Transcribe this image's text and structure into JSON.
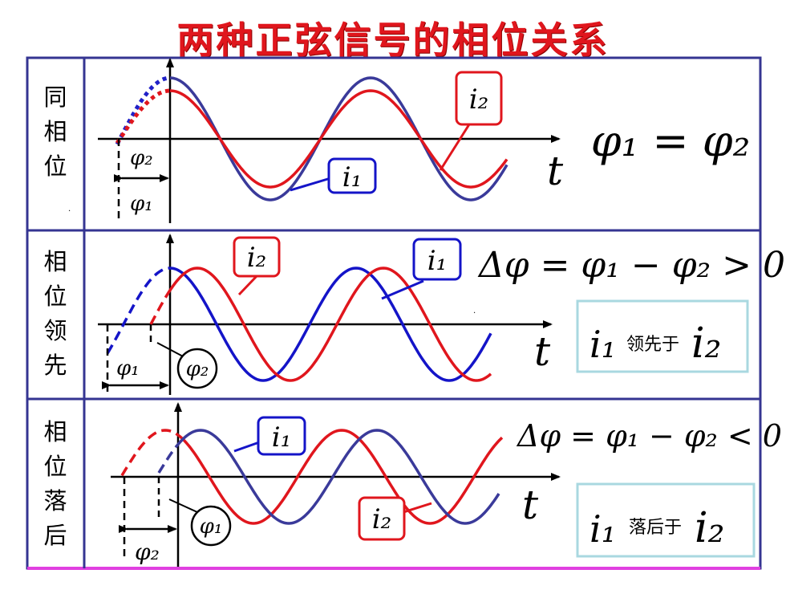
{
  "title": "两种正弦信号的相位关系",
  "colors": {
    "red": "#e0161d",
    "blue": "#1414c8",
    "navy": "#3a3a9a",
    "frame": "#353592",
    "pink": "#e040e0",
    "box": "#a9d8e0"
  },
  "sections": [
    {
      "side_label": [
        "同",
        "相",
        "位"
      ],
      "formula": "φ₁ = φ₂",
      "curve_labels": {
        "i1": "i₁",
        "i2": "i₂"
      },
      "phase_labels": {
        "p1": "φ₁",
        "p2": "φ₂"
      },
      "t_label": "t"
    },
    {
      "side_label": [
        "相",
        "位",
        "领",
        "先"
      ],
      "formula": "Δφ = φ₁ − φ₂ > 0",
      "curve_labels": {
        "i1": "i₁",
        "i2": "i₂"
      },
      "phase_labels": {
        "p1": "φ₁",
        "p2": "φ₂"
      },
      "t_label": "t",
      "relation": {
        "left": "i₁",
        "text": "领先于",
        "right": "i₂"
      }
    },
    {
      "side_label": [
        "相",
        "位",
        "落",
        "后"
      ],
      "formula": "Δφ = φ₁ − φ₂ < 0",
      "curve_labels": {
        "i1": "i₁",
        "i2": "i₂"
      },
      "phase_labels": {
        "p1": "φ₁",
        "p2": "φ₂"
      },
      "t_label": "t",
      "relation": {
        "left": "i₁",
        "text": "落后于",
        "right": "i₂"
      }
    }
  ]
}
